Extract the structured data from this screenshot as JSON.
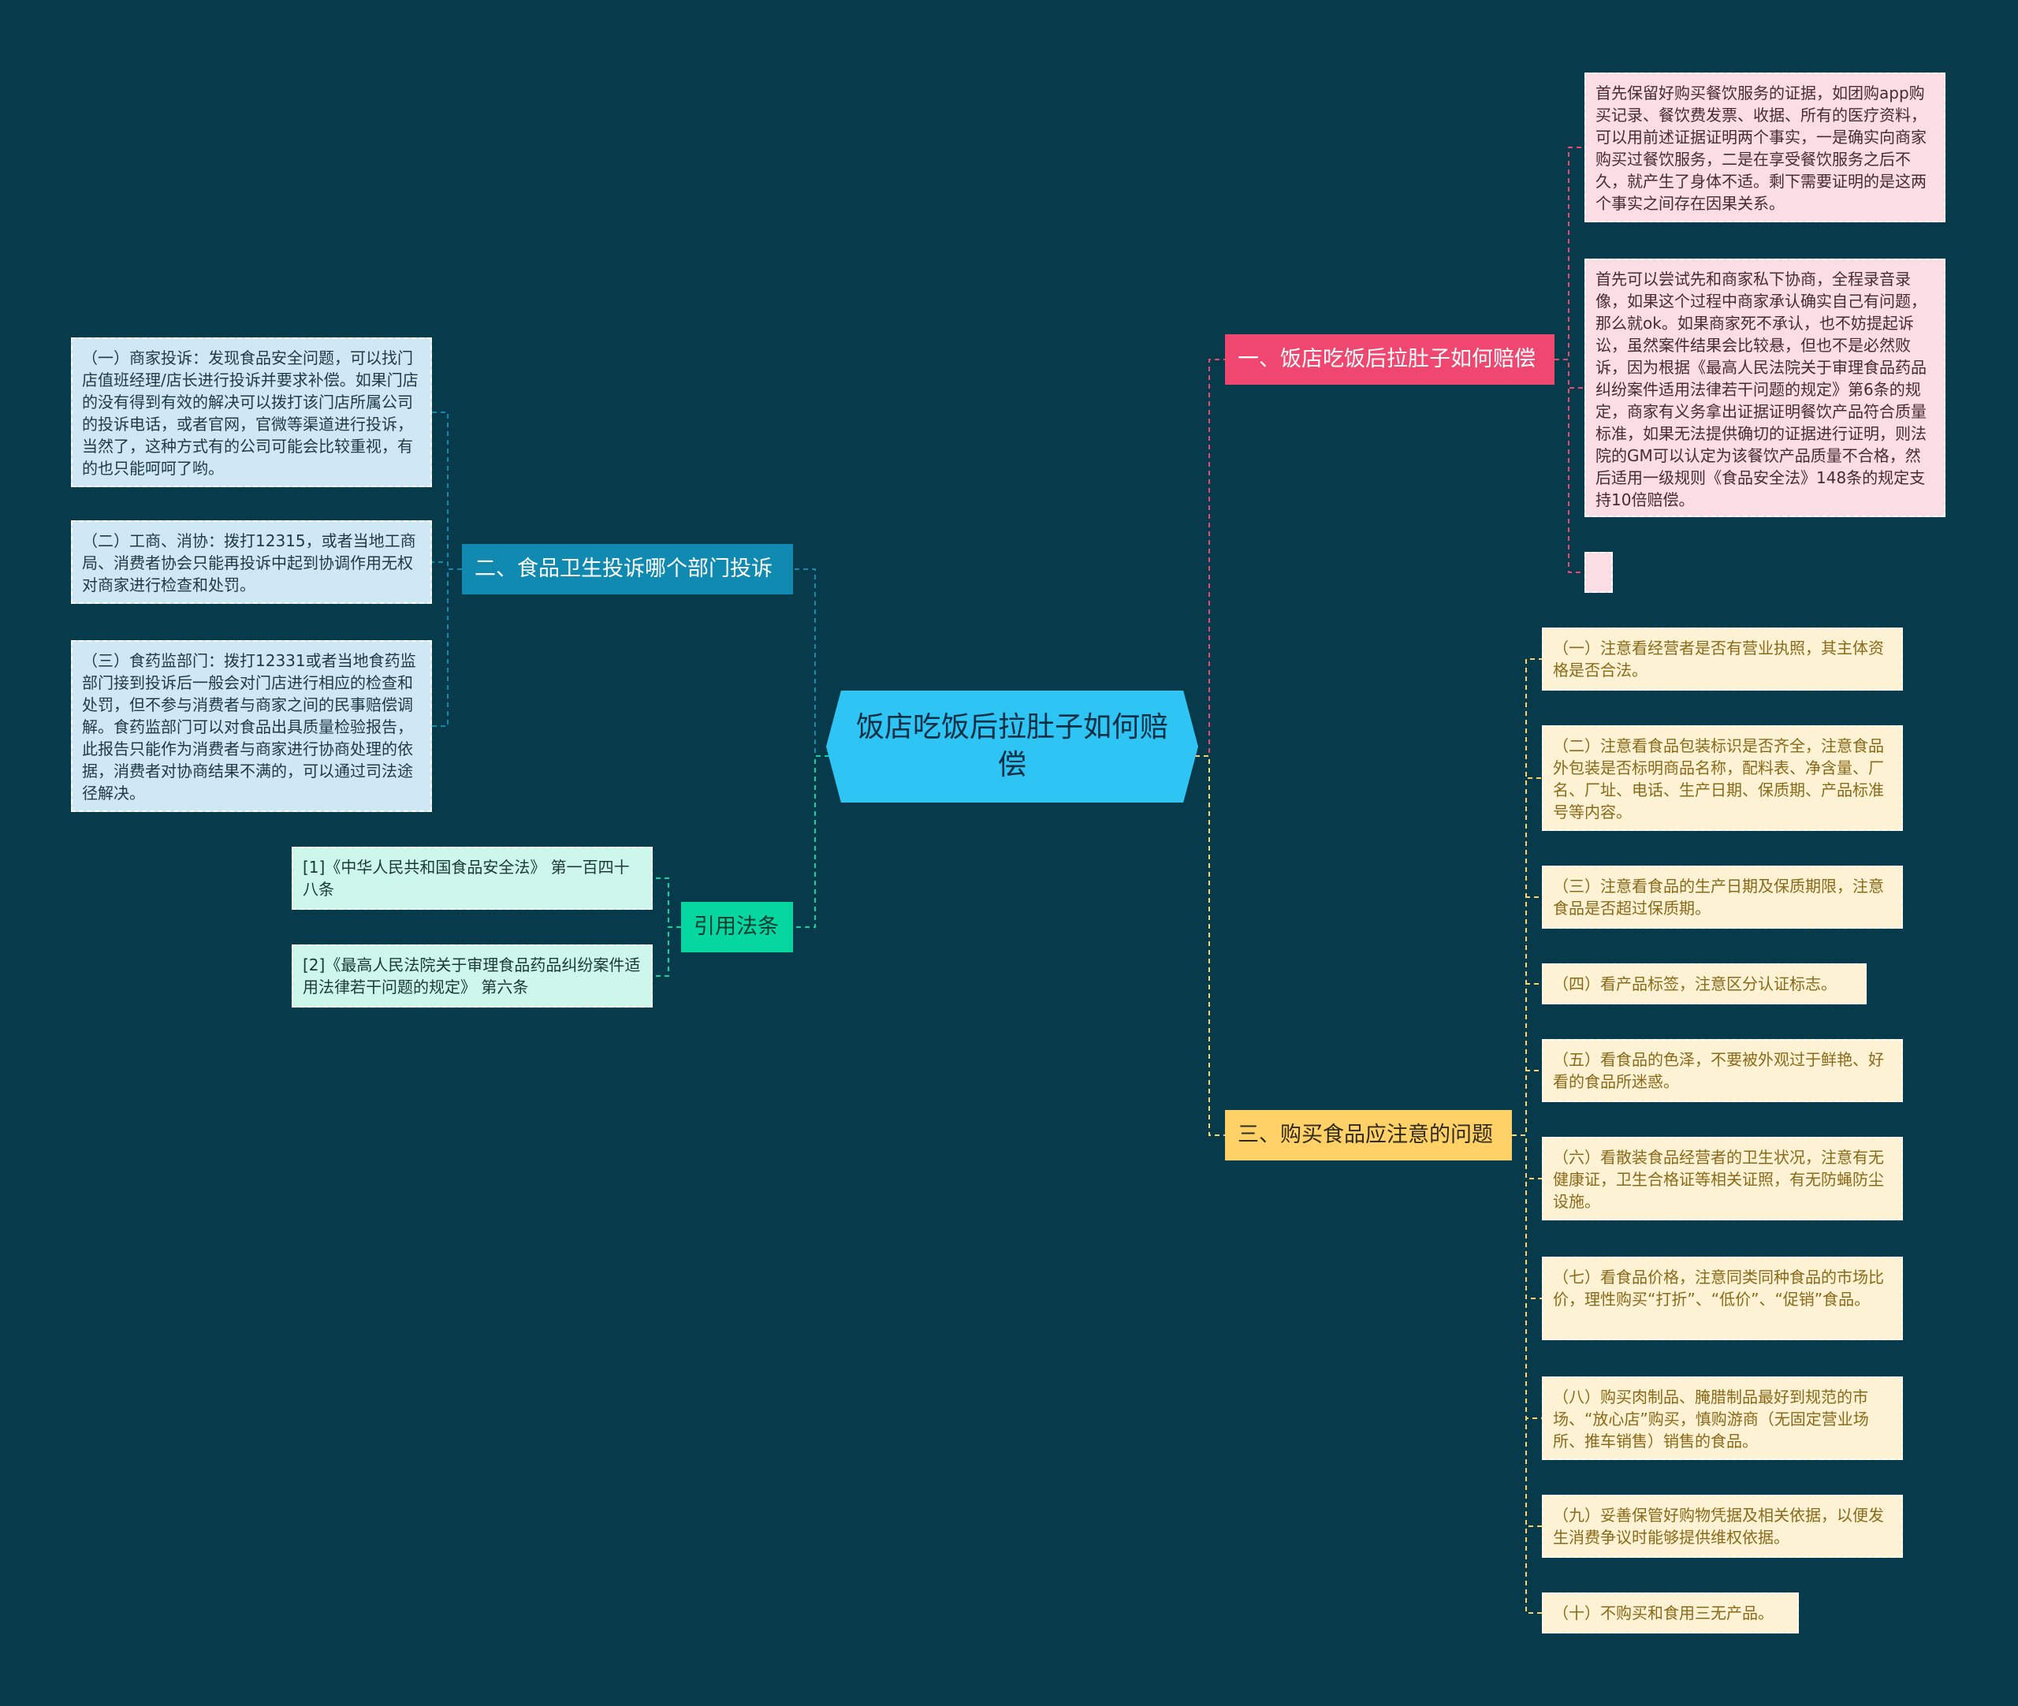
{
  "root": {
    "title": "饭店吃饭后拉肚子如何赔偿"
  },
  "branches": {
    "b1": {
      "title": "一、饭店吃饭后拉肚子如何赔偿",
      "leaves": [
        "首先保留好购买餐饮服务的证据，如团购app购买记录、餐饮费发票、收据、所有的医疗资料，可以用前述证据证明两个事实，一是确实向商家购买过餐饮服务，二是在享受餐饮服务之后不久，就产生了身体不适。剩下需要证明的是这两个事实之间存在因果关系。",
        "首先可以尝试先和商家私下协商，全程录音录像，如果这个过程中商家承认确实自己有问题，那么就ok。如果商家死不承认，也不妨提起诉讼，虽然案件结果会比较悬，但也不是必然败诉，因为根据《最高人民法院关于审理食品药品纠纷案件适用法律若干问题的规定》第6条的规定，商家有义务拿出证据证明餐饮产品符合质量标准，如果无法提供确切的证据进行证明，则法院的GM可以认定为该餐饮产品质量不合格，然后适用一级规则《食品安全法》148条的规定支持10倍赔偿。",
        ""
      ]
    },
    "b2": {
      "title": "二、食品卫生投诉哪个部门投诉",
      "leaves": [
        "（一）商家投诉：发现食品安全问题，可以找门店值班经理/店长进行投诉并要求补偿。如果门店的没有得到有效的解决可以拨打该门店所属公司的投诉电话，或者官网，官微等渠道进行投诉，当然了，这种方式有的公司可能会比较重视，有的也只能呵呵了哟。",
        "（二）工商、消协：拨打12315，或者当地工商局、消费者协会只能再投诉中起到协调作用无权对商家进行检查和处罚。",
        "（三）食药监部门：拨打12331或者当地食药监部门接到投诉后一般会对门店进行相应的检查和处罚，但不参与消费者与商家之间的民事赔偿调解。食药监部门可以对食品出具质量检验报告，此报告只能作为消费者与商家进行协商处理的依据，消费者对协商结果不满的，可以通过司法途径解决。"
      ]
    },
    "b3": {
      "title": "三、购买食品应注意的问题",
      "leaves": [
        "（一）注意看经营者是否有营业执照，其主体资格是否合法。",
        "（二）注意看食品包装标识是否齐全，注意食品外包装是否标明商品名称，配料表、净含量、厂名、厂址、电话、生产日期、保质期、产品标准号等内容。",
        "（三）注意看食品的生产日期及保质期限，注意食品是否超过保质期。",
        "（四）看产品标签，注意区分认证标志。",
        "（五）看食品的色泽，不要被外观过于鲜艳、好看的食品所迷惑。",
        "（六）看散装食品经营者的卫生状况，注意有无健康证，卫生合格证等相关证照，有无防蝇防尘设施。",
        "（七）看食品价格，注意同类同种食品的市场比价，理性购买“打折”、“低价”、“促销”食品。",
        "（八）购买肉制品、腌腊制品最好到规范的市场、“放心店”购买，慎购游商（无固定营业场所、推车销售）销售的食品。",
        "（九）妥善保管好购物凭据及相关依据，以便发生消费争议时能够提供维权依据。",
        "（十）不购买和食用三无产品。"
      ]
    },
    "b4": {
      "title": "引用法条",
      "leaves": [
        "[1]《中华人民共和国食品安全法》 第一百四十八条",
        "[2]《最高人民法院关于审理食品药品纠纷案件适用法律若干问题的规定》 第六条"
      ]
    }
  },
  "colors": {
    "background": "#073b4c",
    "root": "#2ec4f3",
    "branch1": "#ef476f",
    "branch2": "#118ab2",
    "branch3": "#ffd166",
    "branch4": "#06d6a0"
  }
}
